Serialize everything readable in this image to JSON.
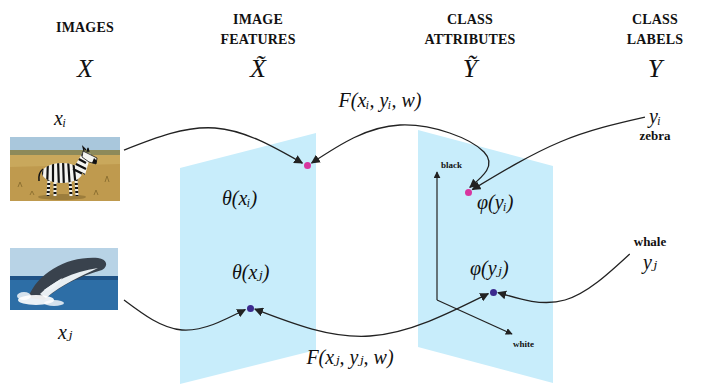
{
  "diagram": {
    "nodes": [
      {
        "text": [
          "xᵢ"
        ]
      },
      {
        "text": [
          "θ(xᵢ)"
        ]
      },
      {
        "text": [
          "φ(yᵢ)"
        ]
      },
      {
        "text": [
          "yᵢ",
          "zebra"
        ]
      },
      {
        "text": [
          "xⱼ"
        ]
      },
      {
        "text": [
          "θ(xⱼ)"
        ]
      },
      {
        "text": [
          "φ(yⱼ)"
        ]
      },
      {
        "text": [
          "whale",
          "yⱼ"
        ]
      }
    ],
    "edges": [
      {
        "from": 0,
        "to": 1,
        "arrow": "to"
      },
      {
        "from": 3,
        "to": 2,
        "arrow": "to"
      },
      {
        "from": 2,
        "to": 1,
        "label": "F(xᵢ, yᵢ, w)",
        "arrow": "both"
      },
      {
        "from": 4,
        "to": 5,
        "arrow": "to"
      },
      {
        "from": 7,
        "to": 6,
        "arrow": "to"
      },
      {
        "from": 5,
        "to": 6,
        "label": "F(xⱼ, yⱼ, w)",
        "arrow": "both"
      }
    ],
    "labels": [
      "IMAGES",
      "X",
      "IMAGE FEATURES",
      "X̃",
      "CLASS ATTRIBUTES",
      "Ỹ",
      "CLASS LABELS",
      "Y",
      "black",
      "white"
    ]
  }
}
